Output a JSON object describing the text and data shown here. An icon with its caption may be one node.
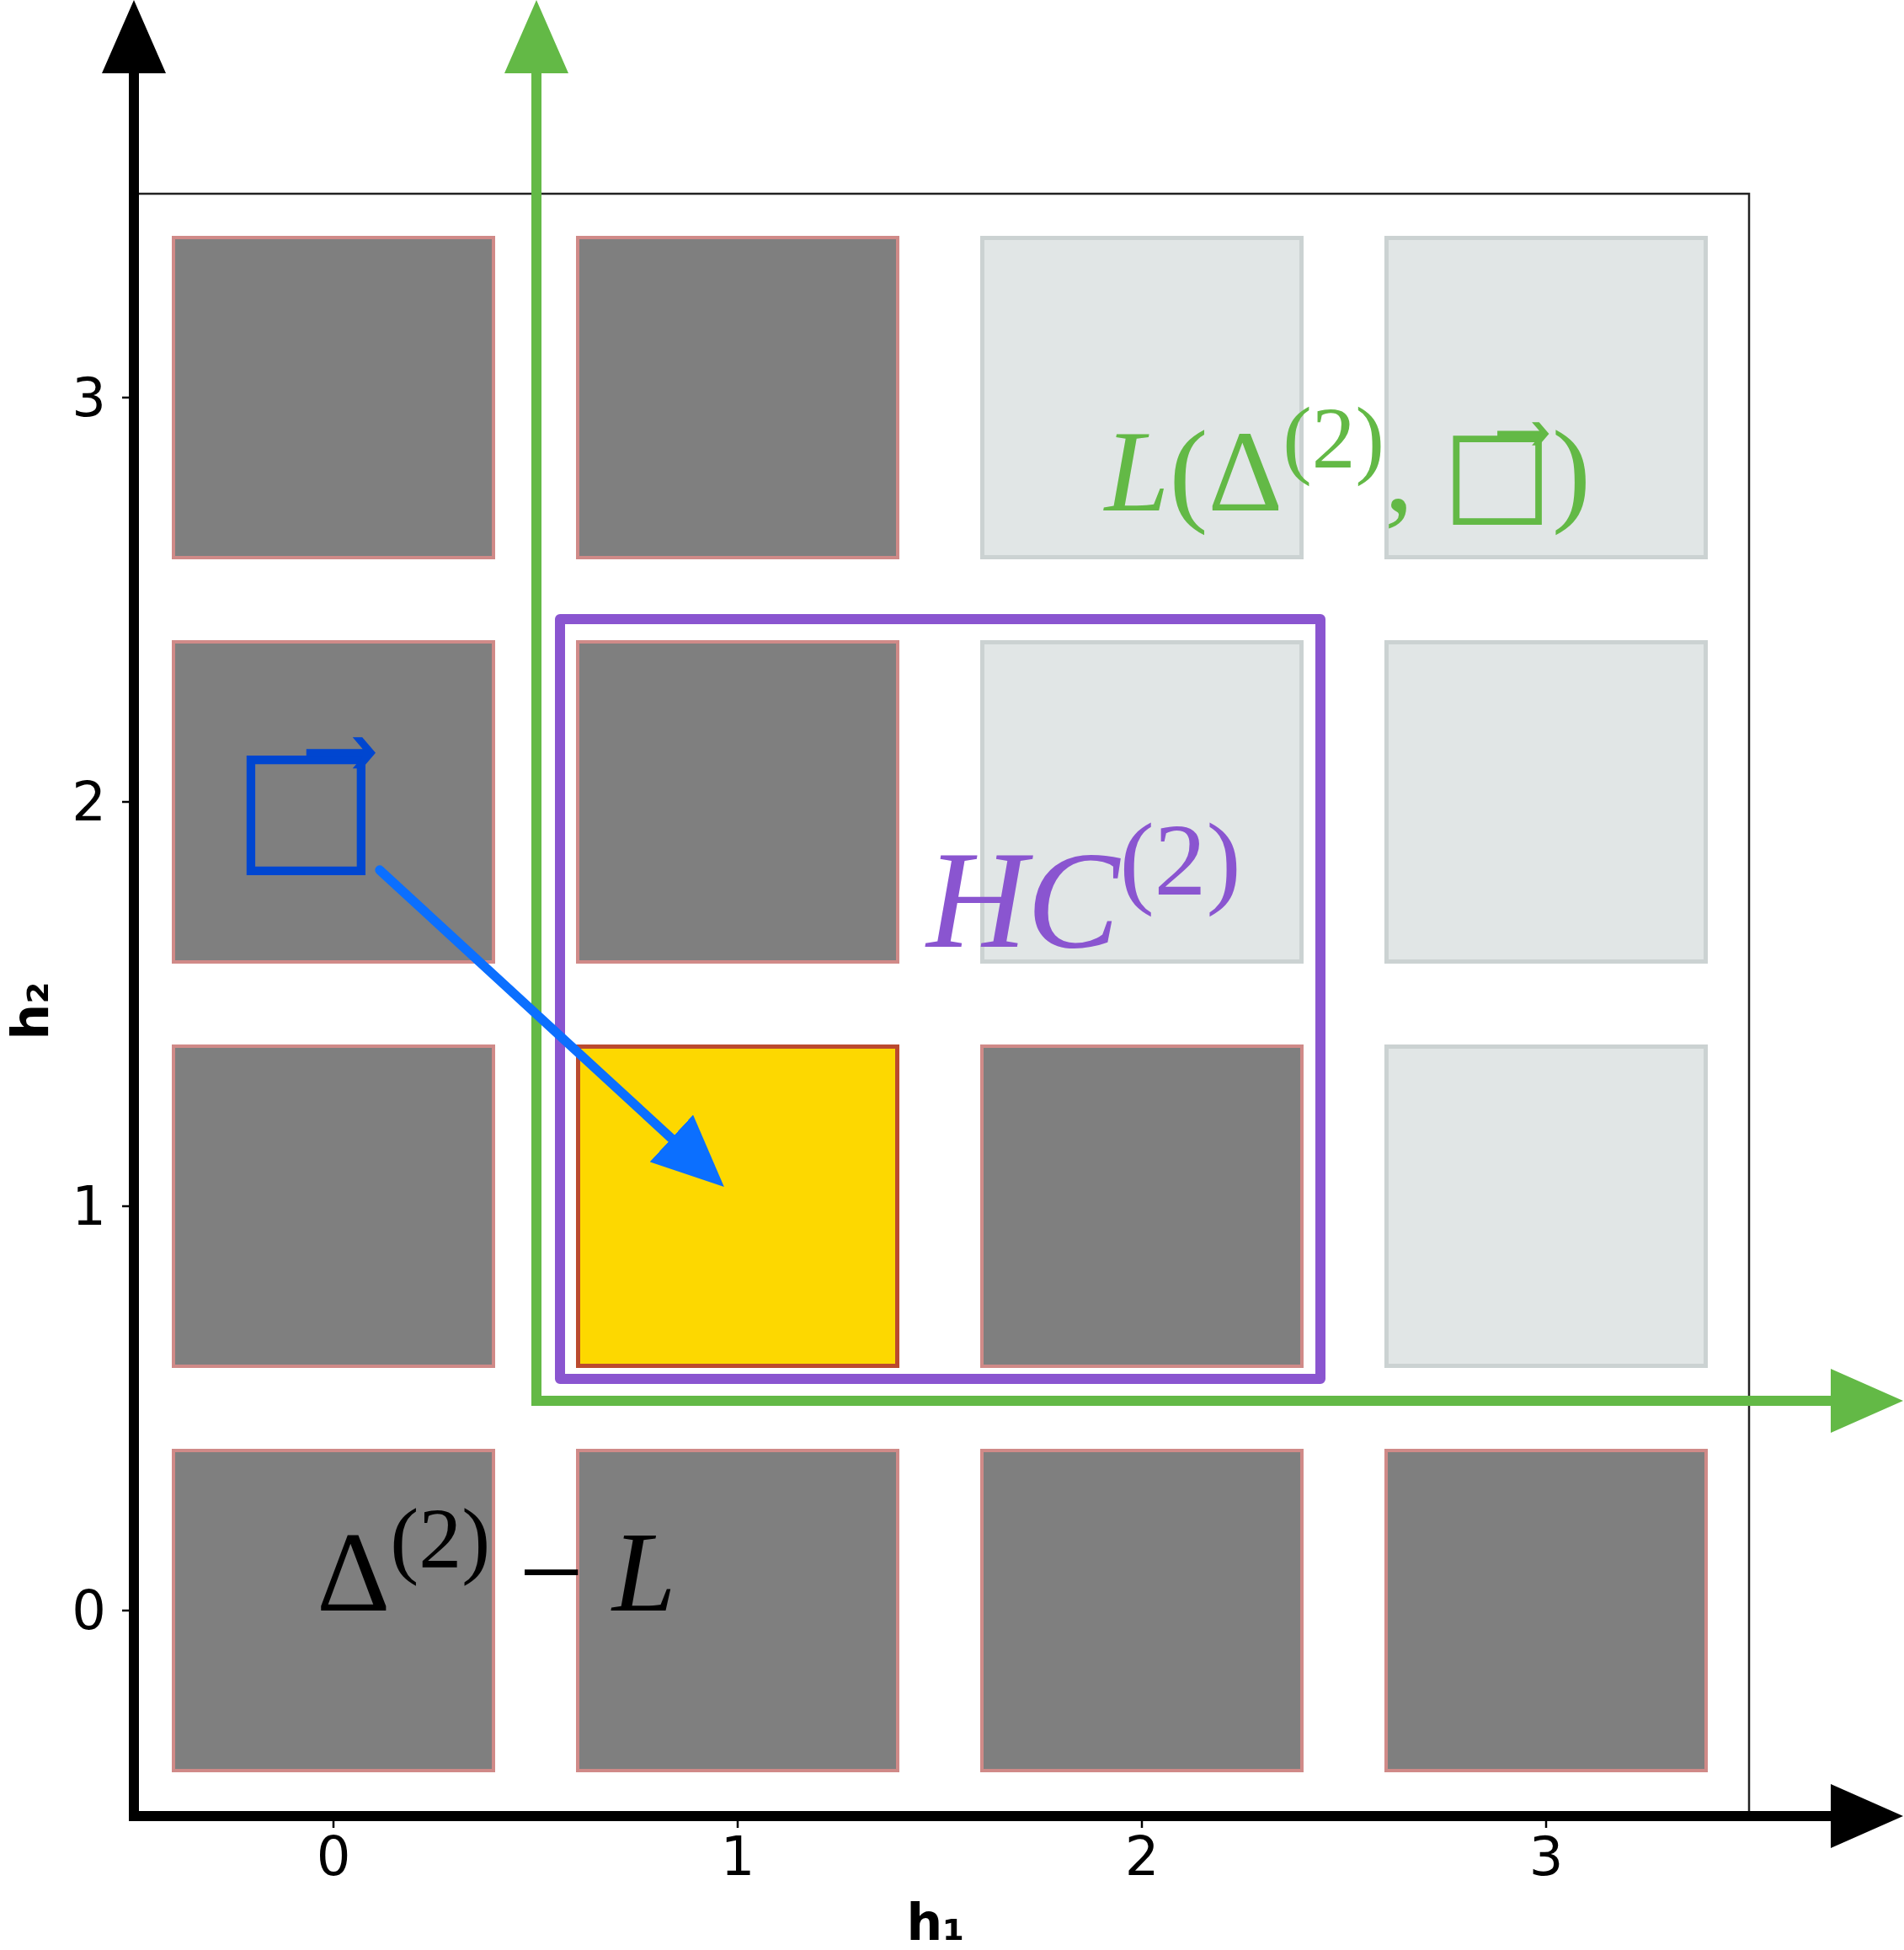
{
  "diagram": {
    "nodes": [
      {
        "text": [],
        "shape": "box"
      },
      {
        "text": [],
        "shape": "box"
      },
      {
        "text": [],
        "shape": "box"
      },
      {
        "text": [],
        "shape": "box"
      },
      {
        "text": [],
        "shape": "box"
      },
      {
        "text": [],
        "shape": "box"
      },
      {
        "text": [
          "□⃗"
        ],
        "in": 5
      },
      {
        "text": [],
        "shape": "box",
        "in": 4
      },
      {
        "text": [],
        "shape": "box",
        "in": 4
      },
      {
        "text": [],
        "shape": "box"
      },
      {
        "text": [],
        "shape": "box"
      },
      {
        "text": [],
        "shape": "box",
        "in": 4
      },
      {
        "text": [],
        "shape": "box",
        "in": 4
      },
      {
        "text": [],
        "shape": "box"
      },
      {
        "text": [],
        "shape": "box"
      },
      {
        "text": [],
        "shape": "box"
      },
      {
        "text": [],
        "shape": "box"
      },
      {
        "text": [],
        "shape": "box"
      }
    ],
    "edges": [
      {
        "from": 6,
        "to": 11,
        "arrow": "to"
      }
    ],
    "labels": [
      "3",
      "*L*(Δ$^{(2)}$, □⃗)",
      "2",
      "*HC*$^{(2)}$",
      "h₂",
      "1",
      "Δ$^{(2)}$ − *L*",
      "0",
      "0",
      "1",
      "2",
      "3",
      "h₁"
    ]
  }
}
